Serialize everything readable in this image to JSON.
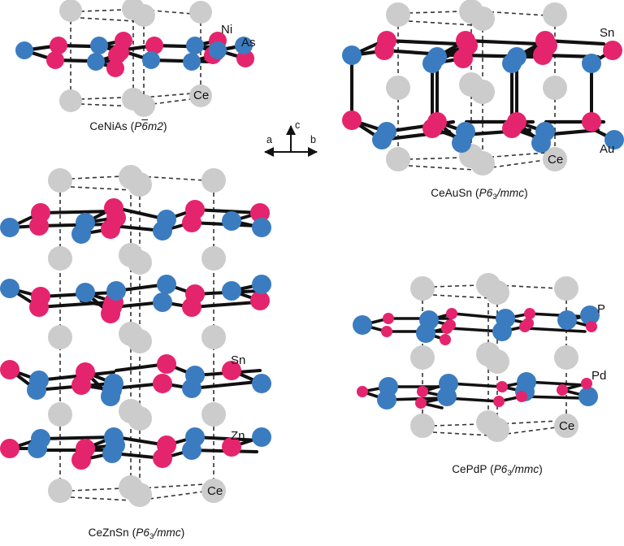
{
  "figure": {
    "type": "crystal-structure-diagram",
    "background": "#ffffff",
    "colors": {
      "ce_gray": "#cccccc",
      "blue_metal": "#3b7cc0",
      "pink_pnictide": "#e5246e",
      "bond_black": "#111111",
      "dashed_cell": "#333333",
      "text": "#111111"
    }
  },
  "axes": {
    "c_label": "c",
    "a_label": "a",
    "b_label": "b"
  },
  "panels": [
    {
      "id": "cenias",
      "compound": "CeNiAs",
      "spacegroup_prefix": "P",
      "spacegroup_sixbar": "6",
      "spacegroup_suffix": "m2",
      "caption_plain": "CeNiAs (P6̄m2)",
      "layers": 1,
      "labels": [
        {
          "text": "Ni",
          "element": "Ni",
          "color": "#3b7cc0",
          "role": "transition-metal"
        },
        {
          "text": "As",
          "element": "As",
          "color": "#e5246e",
          "role": "pnictide"
        },
        {
          "text": "Ce",
          "element": "Ce",
          "color": "#cccccc",
          "role": "rare-earth"
        }
      ]
    },
    {
      "id": "ceausn",
      "compound": "CeAuSn",
      "spacegroup_prefix": "P6",
      "spacegroup_sub": "3",
      "spacegroup_suffix": "/mmc",
      "caption_plain": "CeAuSn (P6₃/mmc)",
      "layers": 2,
      "labels": [
        {
          "text": "Sn",
          "element": "Sn",
          "color": "#e5246e",
          "role": "main-group"
        },
        {
          "text": "Au",
          "element": "Au",
          "color": "#3b7cc0",
          "role": "transition-metal"
        },
        {
          "text": "Ce",
          "element": "Ce",
          "color": "#cccccc",
          "role": "rare-earth"
        }
      ]
    },
    {
      "id": "ceznsn",
      "compound": "CeZnSn",
      "spacegroup_prefix": "P6",
      "spacegroup_sub": "3",
      "spacegroup_suffix": "/mmc",
      "caption_plain": "CeZnSn (P6₃/mmc)",
      "layers": 4,
      "labels": [
        {
          "text": "Sn",
          "element": "Sn",
          "color": "#e5246e",
          "role": "main-group"
        },
        {
          "text": "Zn",
          "element": "Zn",
          "color": "#3b7cc0",
          "role": "transition-metal"
        },
        {
          "text": "Ce",
          "element": "Ce",
          "color": "#cccccc",
          "role": "rare-earth"
        }
      ]
    },
    {
      "id": "cepdp",
      "compound": "CePdP",
      "spacegroup_prefix": "P6",
      "spacegroup_sub": "3",
      "spacegroup_suffix": "/mmc",
      "caption_plain": "CePdP (P6₃/mmc)",
      "layers": 2,
      "labels": [
        {
          "text": "P",
          "element": "P",
          "color": "#e5246e",
          "role": "pnictide-small"
        },
        {
          "text": "Pd",
          "element": "Pd",
          "color": "#3b7cc0",
          "role": "transition-metal"
        },
        {
          "text": "Ce",
          "element": "Ce",
          "color": "#cccccc",
          "role": "rare-earth"
        }
      ]
    }
  ]
}
